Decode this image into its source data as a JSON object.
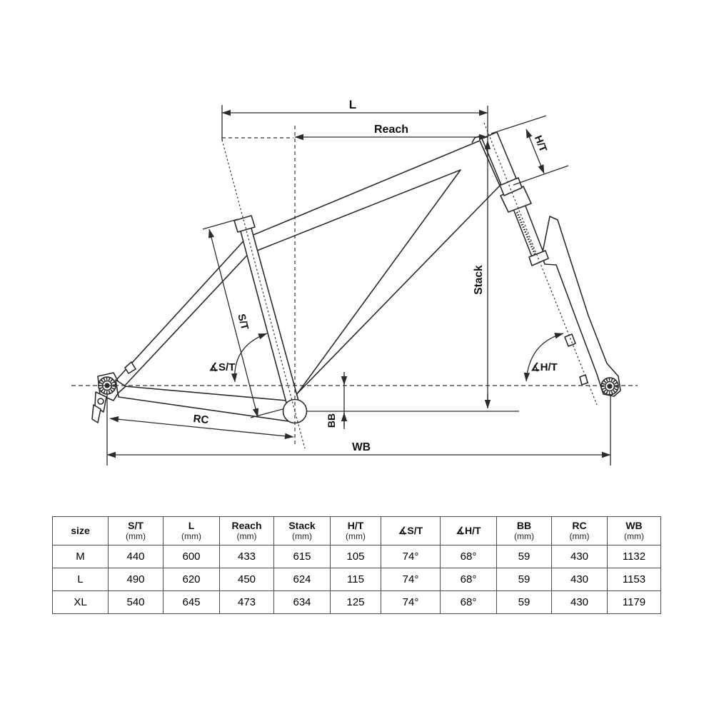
{
  "diagram": {
    "labels": {
      "top_length": "L",
      "reach": "Reach",
      "head_tube": "H/T",
      "stack": "Stack",
      "seat_tube": "S/T",
      "seat_tube_angle": "∡S/T",
      "head_tube_angle": "∡H/T",
      "rear_center": "RC",
      "bb_drop": "BB",
      "wheelbase": "WB"
    }
  },
  "table": {
    "columns": [
      {
        "label": "size",
        "sub": ""
      },
      {
        "label": "S/T",
        "sub": "(mm)"
      },
      {
        "label": "L",
        "sub": "(mm)"
      },
      {
        "label": "Reach",
        "sub": "(mm)"
      },
      {
        "label": "Stack",
        "sub": "(mm)"
      },
      {
        "label": "H/T",
        "sub": "(mm)"
      },
      {
        "label": "∡S/T",
        "sub": ""
      },
      {
        "label": "∡H/T",
        "sub": ""
      },
      {
        "label": "BB",
        "sub": "(mm)"
      },
      {
        "label": "RC",
        "sub": "(mm)"
      },
      {
        "label": "WB",
        "sub": "(mm)"
      }
    ],
    "rows": [
      [
        "M",
        "440",
        "600",
        "433",
        "615",
        "105",
        "74°",
        "68°",
        "59",
        "430",
        "1132"
      ],
      [
        "L",
        "490",
        "620",
        "450",
        "624",
        "115",
        "74°",
        "68°",
        "59",
        "430",
        "1153"
      ],
      [
        "XL",
        "540",
        "645",
        "473",
        "634",
        "125",
        "74°",
        "68°",
        "59",
        "430",
        "1179"
      ]
    ]
  },
  "colors": {
    "line": "#2b2b2b",
    "dim_line": "#333333",
    "text": "#111111",
    "table_border": "#4d4d4d",
    "background": "#ffffff"
  }
}
